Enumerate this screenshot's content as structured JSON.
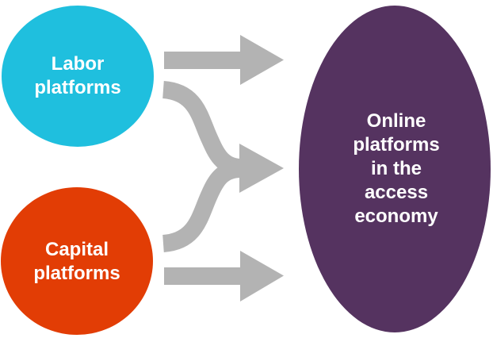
{
  "diagram": {
    "title": "Online platforms in the access economy diagram",
    "background_color": "#ffffff",
    "arrow_color": "#b3b3b3",
    "text_color": "#ffffff",
    "nodes": {
      "labor": {
        "label": "Labor platforms",
        "lines": [
          "Labor",
          "platforms"
        ],
        "shape": "circle",
        "color": "#1fbfde"
      },
      "capital": {
        "label": "Capital platforms",
        "lines": [
          "Capital",
          "platforms"
        ],
        "shape": "circle",
        "color": "#e23d05"
      },
      "online": {
        "label": "Online platforms in the access economy",
        "lines": [
          "Online",
          "platforms",
          "in the",
          "access",
          "economy"
        ],
        "shape": "ellipse",
        "color": "#553360"
      }
    },
    "arrows": [
      {
        "name": "labor-to-online",
        "from": "Labor platforms",
        "to": "Online platforms in the access economy",
        "style": "straight"
      },
      {
        "name": "labor-capital-merged-to-online",
        "from": "Labor platforms + Capital platforms",
        "to": "Online platforms in the access economy",
        "style": "merged-y"
      },
      {
        "name": "capital-to-online",
        "from": "Capital platforms",
        "to": "Online platforms in the access economy",
        "style": "straight"
      }
    ]
  }
}
